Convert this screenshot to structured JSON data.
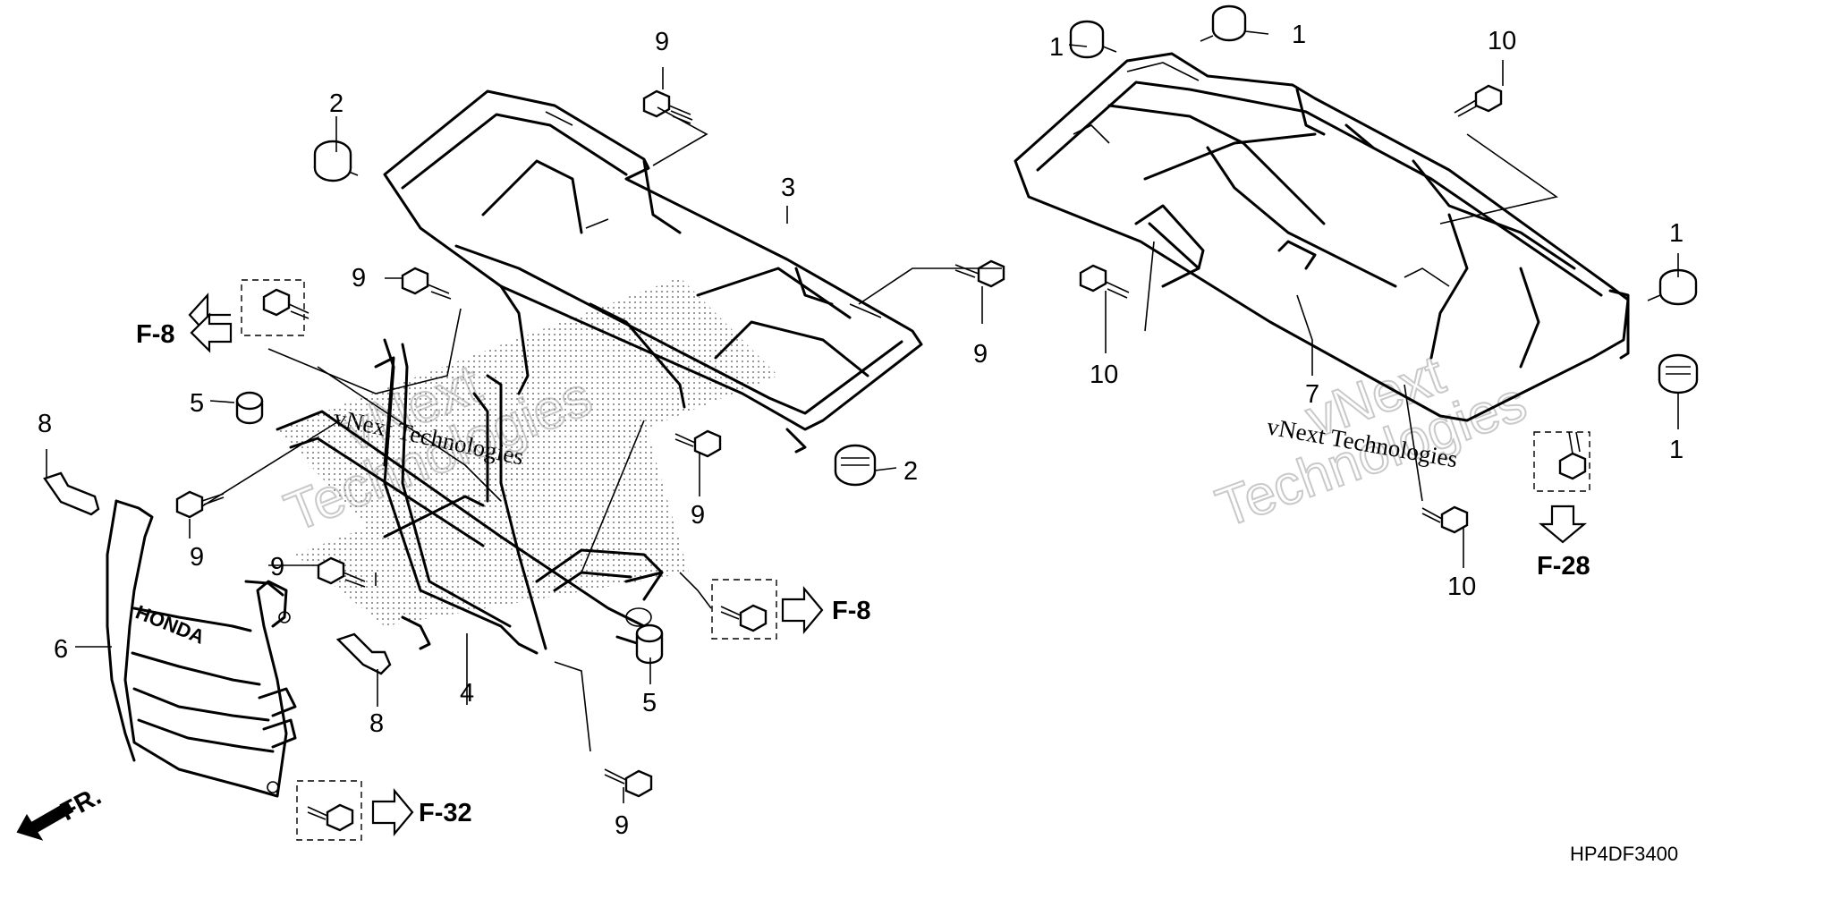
{
  "callouts": {
    "c1a": "1",
    "c1b": "1",
    "c1c": "1",
    "c1d": "1",
    "c2a": "2",
    "c2b": "2",
    "c3": "3",
    "c4": "4",
    "c5a": "5",
    "c5b": "5",
    "c6": "6",
    "c7": "7",
    "c8a": "8",
    "c8b": "8",
    "c9a": "9",
    "c9b": "9",
    "c9c": "9",
    "c9d": "9",
    "c9e": "9",
    "c9f": "9",
    "c9g": "9",
    "c10a": "10",
    "c10b": "10",
    "c10c": "10"
  },
  "references": {
    "f8_left": "F-8",
    "f8_right": "F-8",
    "f28": "F-28",
    "f32": "F-32",
    "front": "FR."
  },
  "diagram_code": "HP4DF3400",
  "grille_logo": "HONDA",
  "watermark": {
    "line1": "vNext Technologies",
    "outline1": "vNext",
    "outline2": "Technologies"
  },
  "colors": {
    "ink": "#000000",
    "paper": "#ffffff",
    "watermark": "#c9c9c9"
  }
}
